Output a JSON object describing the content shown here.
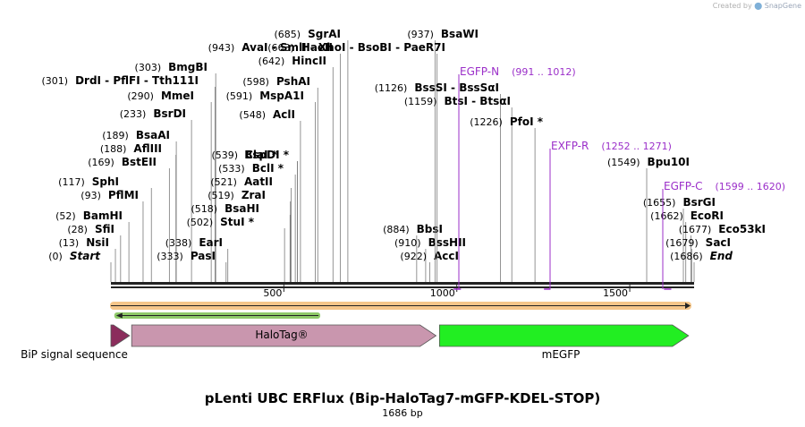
{
  "credit": {
    "prefix": "Created by",
    "brand": "SnapGene"
  },
  "title": "pLenti UBC ERFlux (Bip-HaloTag7-mGFP-KDEL-STOP)",
  "length_label": "1686 bp",
  "map": {
    "length": 1686,
    "ticks": [
      500,
      1000,
      1500
    ],
    "tick_labels": [
      "500",
      "1000",
      "1500"
    ],
    "sites": [
      {
        "pos": 0,
        "pos_label": "(0)",
        "name": "Start",
        "italic": true
      },
      {
        "pos": 13,
        "pos_label": "(13)",
        "name": "NsiI"
      },
      {
        "pos": 28,
        "pos_label": "(28)",
        "name": "SfiI"
      },
      {
        "pos": 52,
        "pos_label": "(52)",
        "name": "BamHI"
      },
      {
        "pos": 93,
        "pos_label": "(93)",
        "name": "PflMI"
      },
      {
        "pos": 117,
        "pos_label": "(117)",
        "name": "SphI"
      },
      {
        "pos": 169,
        "pos_label": "(169)",
        "name": "BstEII"
      },
      {
        "pos": 188,
        "pos_label": "(188)",
        "name": "AflIII"
      },
      {
        "pos": 189,
        "pos_label": "(189)",
        "name": "BsaAI"
      },
      {
        "pos": 233,
        "pos_label": "(233)",
        "name": "BsrDI"
      },
      {
        "pos": 290,
        "pos_label": "(290)",
        "name": "MmeI"
      },
      {
        "pos": 301,
        "pos_label": "(301)",
        "name": "DrdI  - PflFI  - Tth111I"
      },
      {
        "pos": 303,
        "pos_label": "(303)",
        "name": "BmgBI"
      },
      {
        "pos": 333,
        "pos_label": "(333)",
        "name": "PasI"
      },
      {
        "pos": 338,
        "pos_label": "(338)",
        "name": "EarI"
      },
      {
        "pos": 502,
        "pos_label": "(502)",
        "name": "StuI *"
      },
      {
        "pos": 518,
        "pos_label": "(518)",
        "name": "BsaHI"
      },
      {
        "pos": 519,
        "pos_label": "(519)",
        "name": "ZraI"
      },
      {
        "pos": 521,
        "pos_label": "(521)",
        "name": "AatII"
      },
      {
        "pos": 533,
        "pos_label": "(533)",
        "name": "BclI *"
      },
      {
        "pos": 539,
        "pos_label": "(539)",
        "name": "ClaI *"
      },
      {
        "pos": 539,
        "pos_label": "",
        "name": "BspDI *"
      },
      {
        "pos": 548,
        "pos_label": "(548)",
        "name": "AclI"
      },
      {
        "pos": 591,
        "pos_label": "(591)",
        "name": "MspA1I"
      },
      {
        "pos": 598,
        "pos_label": "(598)",
        "name": "PshAI"
      },
      {
        "pos": 642,
        "pos_label": "(642)",
        "name": "HincII"
      },
      {
        "pos": 663,
        "pos_label": "(663)",
        "name": "HaeII"
      },
      {
        "pos": 685,
        "pos_label": "(685)",
        "name": "SgrAI"
      },
      {
        "pos": 884,
        "pos_label": "(884)",
        "name": "BbsI"
      },
      {
        "pos": 910,
        "pos_label": "(910)",
        "name": "BssHII"
      },
      {
        "pos": 922,
        "pos_label": "(922)",
        "name": "AccI"
      },
      {
        "pos": 937,
        "pos_label": "(937)",
        "name": "BsaWI"
      },
      {
        "pos": 943,
        "pos_label": "(943)",
        "name": "AvaI  - SmlI  - XhoI  - BsoBI  - PaeR7I"
      },
      {
        "pos": 1126,
        "pos_label": "(1126)",
        "name": "BssSI  - BssSαI"
      },
      {
        "pos": 1159,
        "pos_label": "(1159)",
        "name": "BtsI  - BtsαI"
      },
      {
        "pos": 1226,
        "pos_label": "(1226)",
        "name": "PfoI *"
      },
      {
        "pos": 1549,
        "pos_label": "(1549)",
        "name": "Bpu10I"
      },
      {
        "pos": 1655,
        "pos_label": "(1655)",
        "name": "BsrGI"
      },
      {
        "pos": 1662,
        "pos_label": "(1662)",
        "name": "EcoRI"
      },
      {
        "pos": 1677,
        "pos_label": "(1677)",
        "name": "Eco53kI"
      },
      {
        "pos": 1679,
        "pos_label": "(1679)",
        "name": "SacI"
      },
      {
        "pos": 1686,
        "pos_label": "(1686)",
        "name": "End",
        "italic": true
      }
    ],
    "primers": [
      {
        "name": "EGFP-N",
        "range_label": "(991 .. 1012)",
        "start": 991,
        "end": 1012,
        "direction": "reverse"
      },
      {
        "name": "EXFP-R",
        "range_label": "(1252 .. 1271)",
        "start": 1252,
        "end": 1271,
        "direction": "reverse"
      },
      {
        "name": "EGFP-C",
        "range_label": "(1599 .. 1620)",
        "start": 1599,
        "end": 1620,
        "direction": "forward"
      }
    ],
    "features": [
      {
        "name": "BiP signal sequence",
        "start": 0,
        "end": 54,
        "color": "#8b2d5c"
      },
      {
        "name": "HaloTag®",
        "start": 60,
        "end": 940,
        "color": "#c996ae"
      },
      {
        "name": "mEGFP",
        "start": 950,
        "end": 1670,
        "color": "#22ee22"
      }
    ],
    "orf": {
      "start": 0,
      "end": 1686,
      "color": "#f5c68a"
    },
    "green_arrow": {
      "start": 15,
      "end": 600,
      "color": "#8fca6a"
    },
    "primer_color": "#9b2fc9"
  }
}
